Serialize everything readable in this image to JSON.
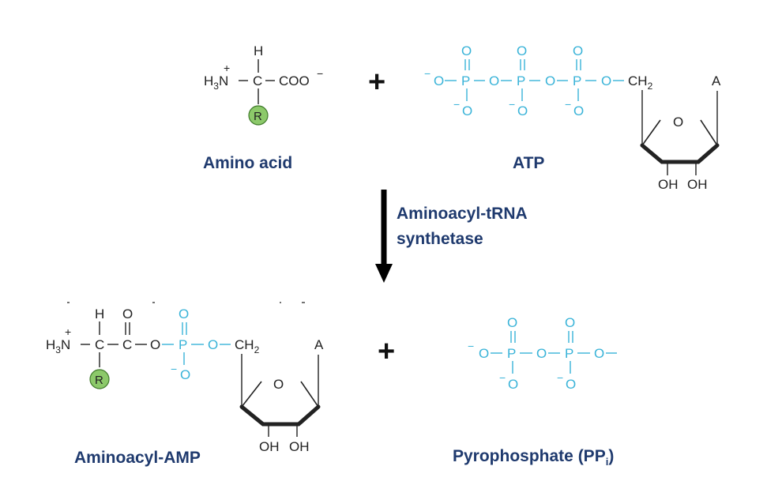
{
  "captions": {
    "amino_acid": "Amino acid",
    "atp": "ATP",
    "enzyme_line1": "Aminoacyl-tRNA",
    "enzyme_line2": "synthetase",
    "aminoacyl_amp": "Aminoacyl-AMP",
    "pyrophosphate": "Pyrophosphate (PP",
    "pyrophosphate_sub": "i",
    "pyrophosphate_close": ")"
  },
  "symbols": {
    "plus": "+",
    "hydrogen": "H",
    "carbon": "C",
    "oxygen": "O",
    "phosphorus": "P",
    "amine": "H3N",
    "carboxylate": "COO",
    "r_group": "R",
    "ch2": "CH2",
    "adenine": "A",
    "hydroxyl": "OH",
    "minus": "−",
    "charge_plus": "+"
  },
  "colors": {
    "caption": "#1f3a6e",
    "phosphate": "#39b3d8",
    "r_group_fill": "#8cc96a",
    "r_group_stroke": "#3f7a2a",
    "bonds": "#222222"
  }
}
